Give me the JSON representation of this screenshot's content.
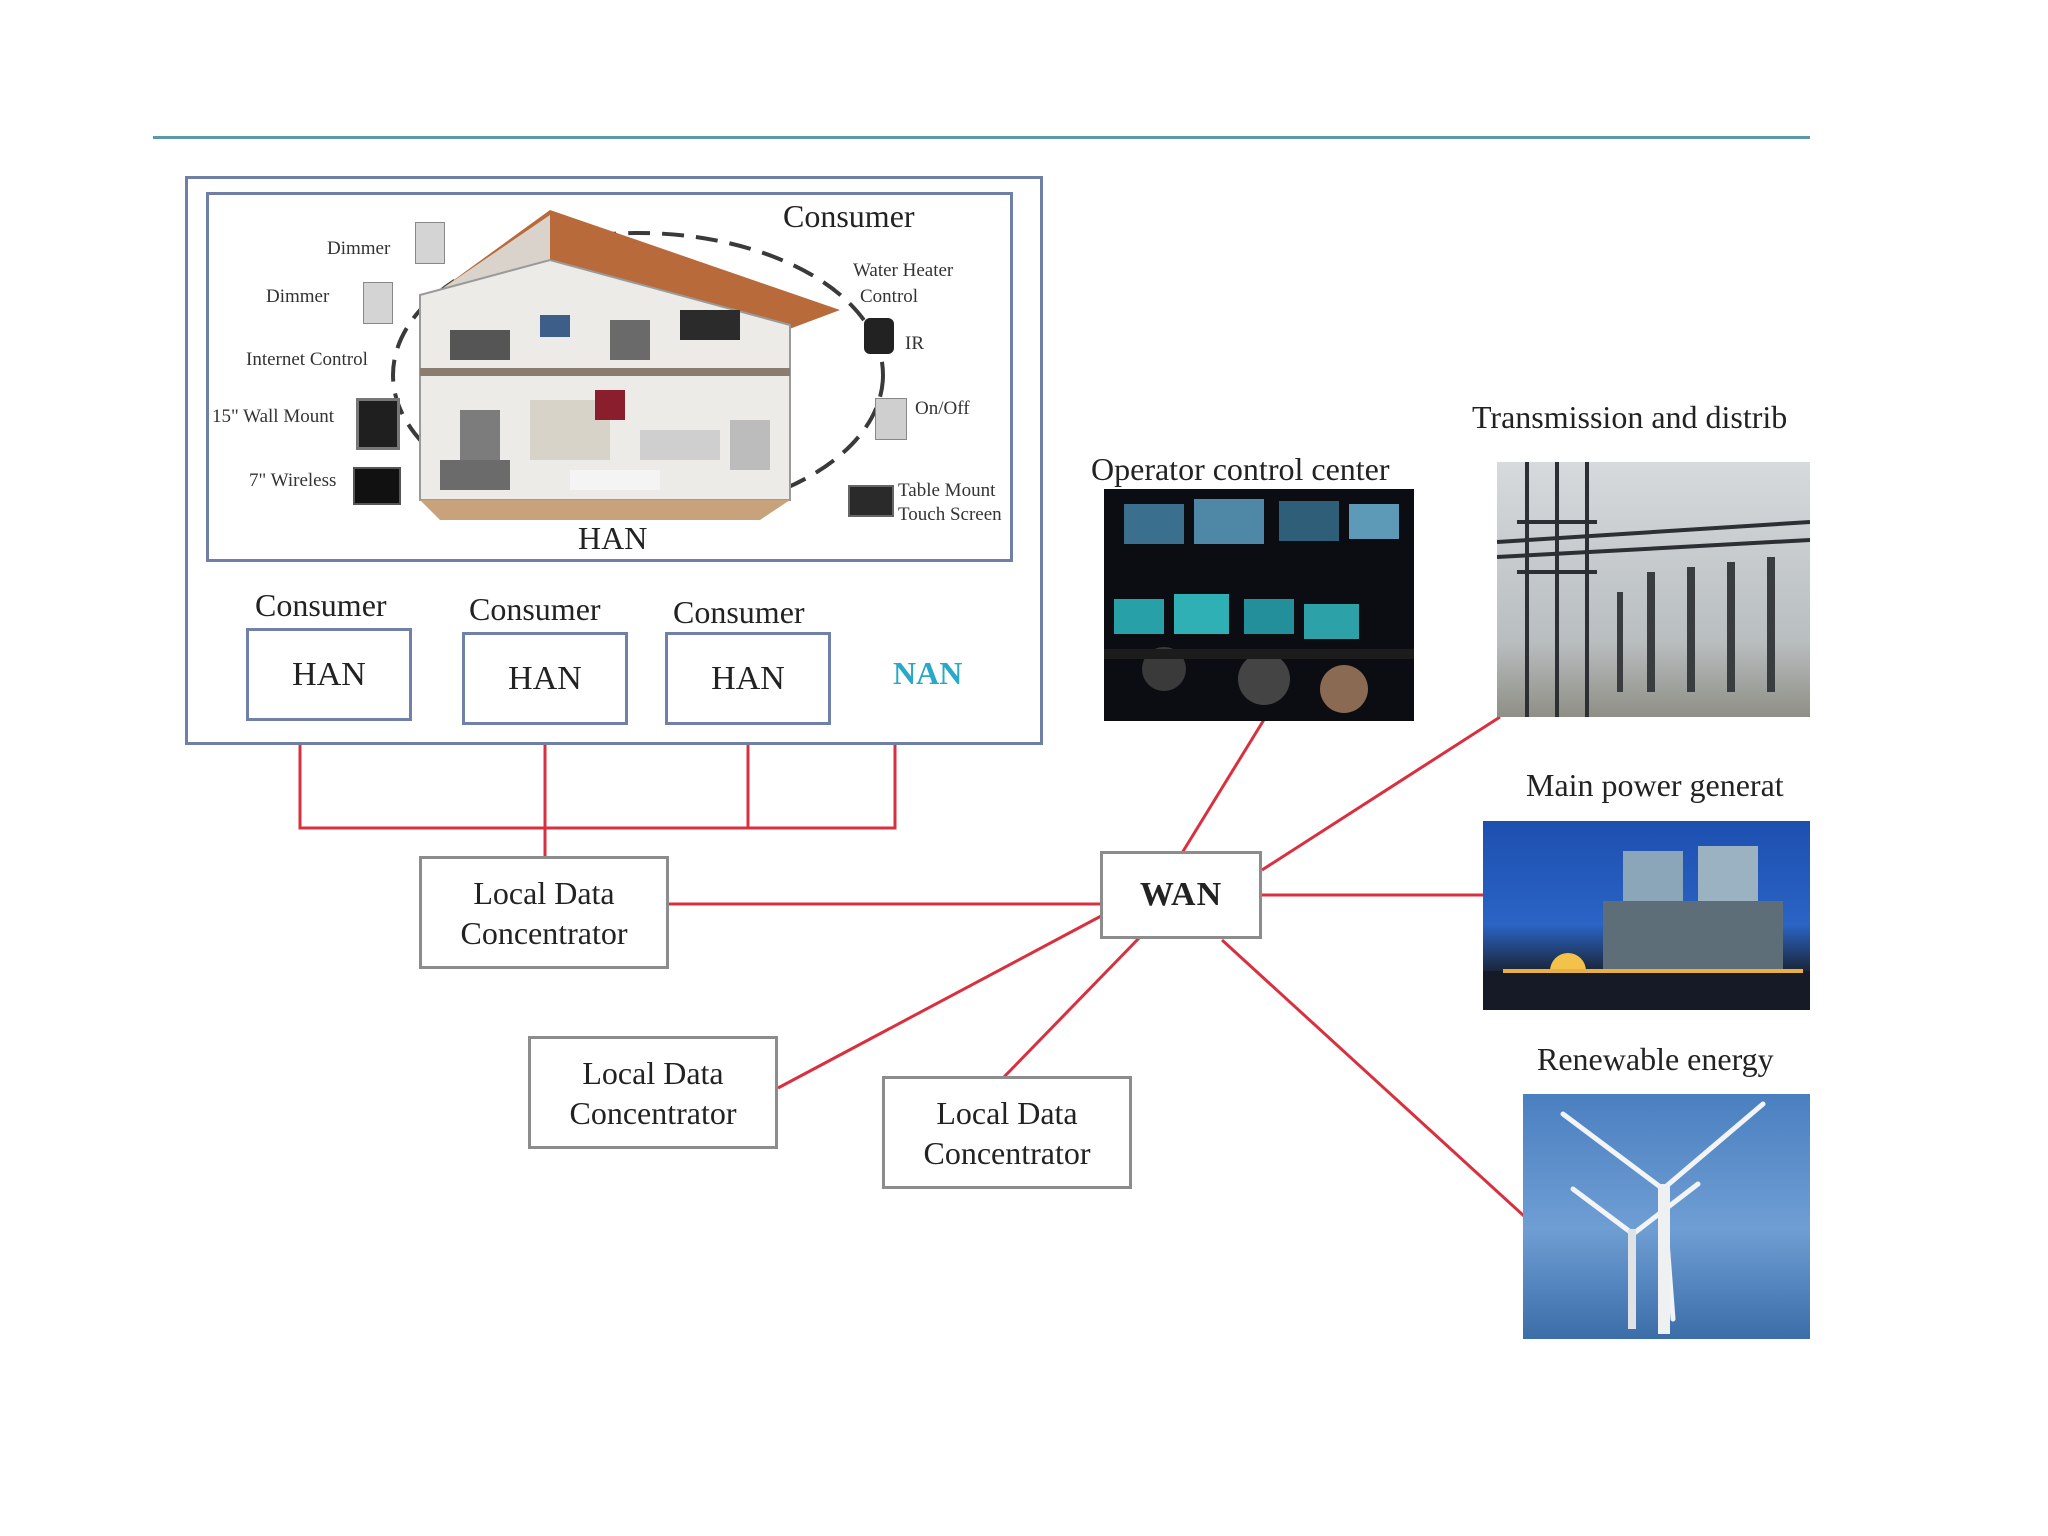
{
  "han_panel": {
    "consumer_title": "Consumer",
    "han_label": "HAN",
    "devices": {
      "dimmer_1": "Dimmer",
      "dimmer_2": "Dimmer",
      "internet_control": "Internet Control",
      "wall_mount": "15\" Wall Mount",
      "wireless": "7\" Wireless",
      "water_heater_1": "Water Heater",
      "water_heater_2": "Control",
      "ir": "IR",
      "on_off": "On/Off",
      "table_mount_1": "Table Mount",
      "table_mount_2": "Touch Screen"
    }
  },
  "consumers": [
    {
      "title": "Consumer",
      "han": "HAN"
    },
    {
      "title": "Consumer",
      "han": "HAN"
    },
    {
      "title": "Consumer",
      "han": "HAN"
    }
  ],
  "nan_label": "NAN",
  "ldc": [
    {
      "line1": "Local Data",
      "line2": "Concentrator"
    },
    {
      "line1": "Local Data",
      "line2": "Concentrator"
    },
    {
      "line1": "Local Data",
      "line2": "Concentrator"
    }
  ],
  "wan_label": "WAN",
  "nodes": {
    "operator": "Operator control center",
    "transmission": "Transmission and distrib",
    "main_power": "Main power generat",
    "renewable": "Renewable energy"
  },
  "colors": {
    "link_line": "#d9303f",
    "frame": "#6f7fa6",
    "accent_line": "#5b9aa3",
    "nan_text": "#29a8c8"
  }
}
